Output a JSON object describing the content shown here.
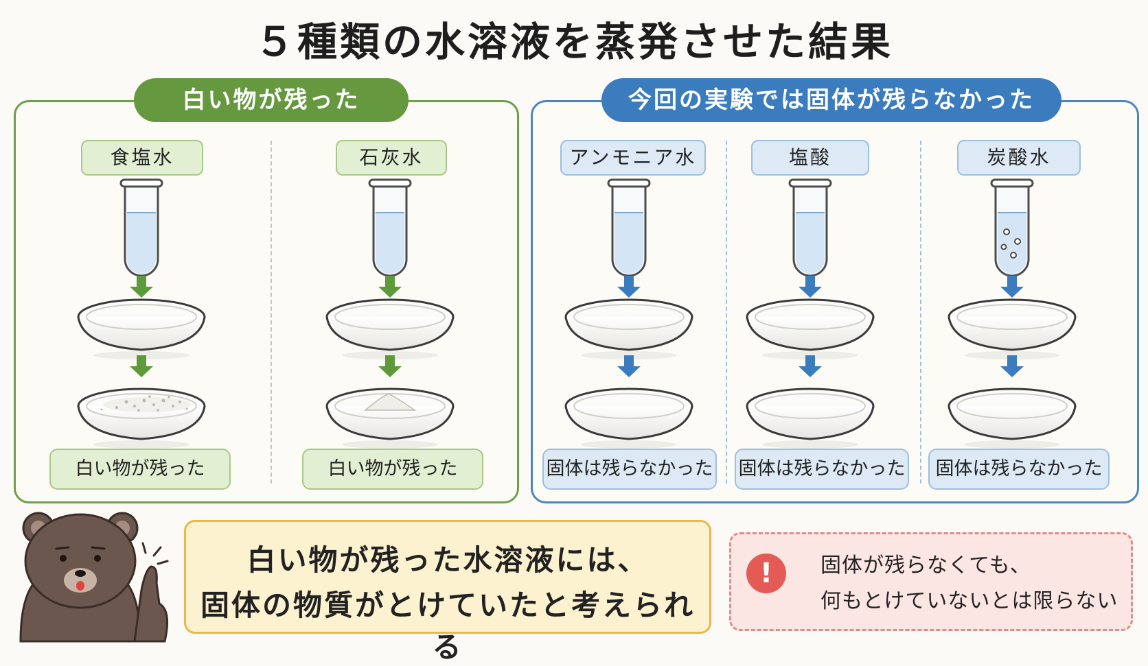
{
  "title": "５種類の水溶液を蒸発させた結果",
  "left_group": {
    "banner": "白い物が残った",
    "items": [
      {
        "name": "食塩水",
        "result": "白い物が残った"
      },
      {
        "name": "石灰水",
        "result": "白い物が残った"
      }
    ]
  },
  "right_group": {
    "banner": "今回の実験では固体が残らなかった",
    "items": [
      {
        "name": "アンモニア水",
        "result": "固体は残らなかった"
      },
      {
        "name": "塩酸",
        "result": "固体は残らなかった"
      },
      {
        "name": "炭酸水",
        "result": "固体は残らなかった"
      }
    ]
  },
  "conclusion": {
    "line1": "白い物が残った水溶液には、",
    "line2": "固体の物質がとけていたと考えられる"
  },
  "caution": {
    "icon": "exclamation-icon",
    "mark": "!",
    "line1": "固体が残らなくても、",
    "line2": "何もとけていないとは限らない"
  },
  "colors": {
    "green": "#66993f",
    "blue": "#3b7cbf",
    "yellow": "#e7b94a",
    "pink": "#e08b8b"
  }
}
